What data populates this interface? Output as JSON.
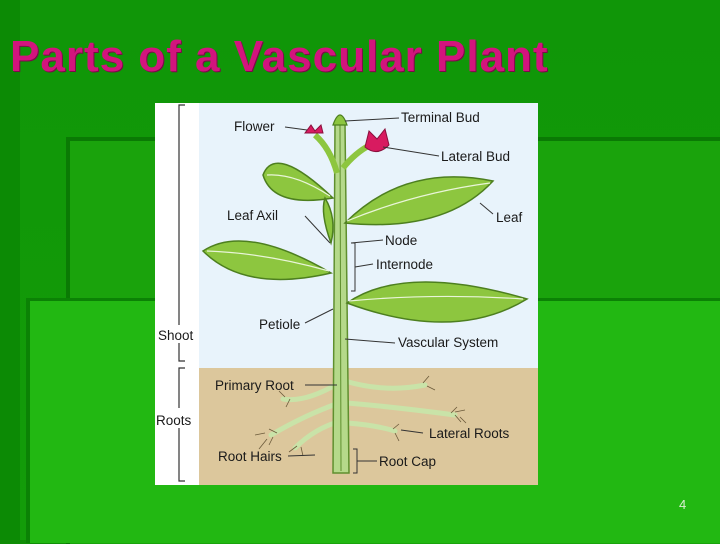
{
  "slide": {
    "title": "Parts of a Vascular Plant",
    "page_number": "4"
  },
  "diagram": {
    "labels": {
      "flower": "Flower",
      "terminal_bud": "Terminal Bud",
      "lateral_bud": "Lateral Bud",
      "leaf_axil": "Leaf Axil",
      "leaf": "Leaf",
      "node": "Node",
      "internode": "Internode",
      "petiole": "Petiole",
      "shoot": "Shoot",
      "vascular_system": "Vascular System",
      "primary_root": "Primary Root",
      "roots": "Roots",
      "lateral_roots": "Lateral Roots",
      "root_hairs": "Root Hairs",
      "root_cap": "Root Cap"
    },
    "colors": {
      "sky": "#e8f3fb",
      "soil": "#dcc79c",
      "leaf": "#8dc63f",
      "stem": "#b5d98a",
      "flower": "#d81b60"
    }
  }
}
